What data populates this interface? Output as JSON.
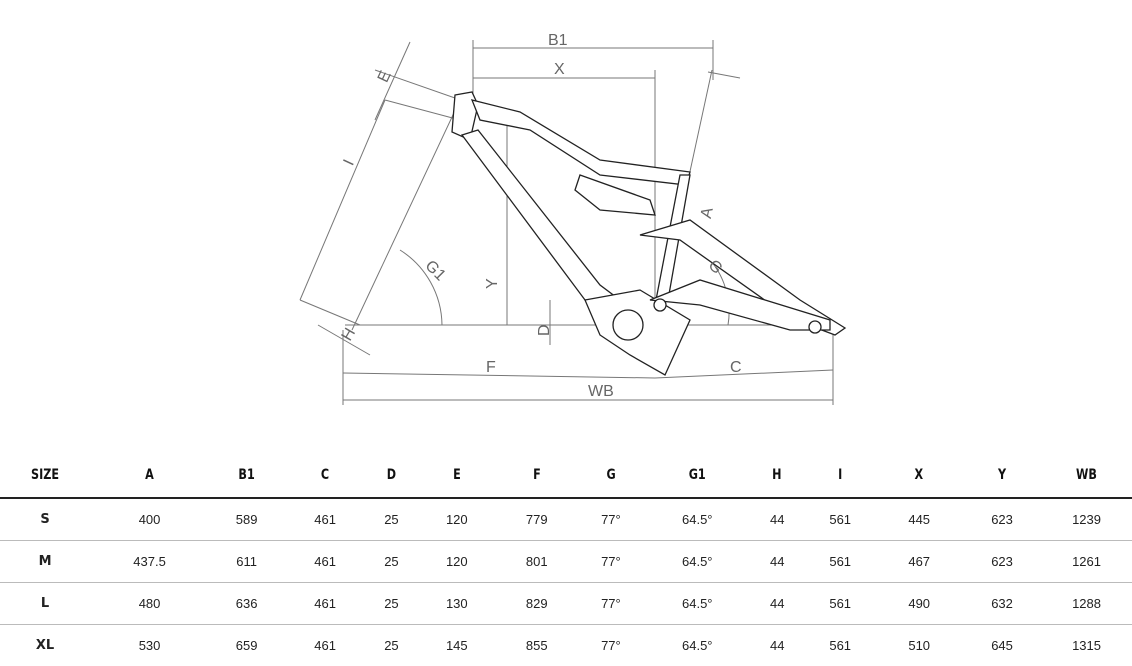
{
  "diagram": {
    "labels": {
      "B1": "B1",
      "X": "X",
      "E": "E",
      "I": "I",
      "G1": "G1",
      "Y": "Y",
      "D": "D",
      "H": "H",
      "F": "F",
      "WB": "WB",
      "C": "C",
      "A": "A",
      "G": "G"
    }
  },
  "table": {
    "headers": [
      "SIZE",
      "A",
      "B1",
      "C",
      "D",
      "E",
      "F",
      "G",
      "G1",
      "H",
      "I",
      "X",
      "Y",
      "WB"
    ],
    "rows": [
      [
        "S",
        "400",
        "589",
        "461",
        "25",
        "120",
        "779",
        "77°",
        "64.5°",
        "44",
        "561",
        "445",
        "623",
        "1239"
      ],
      [
        "M",
        "437.5",
        "611",
        "461",
        "25",
        "120",
        "801",
        "77°",
        "64.5°",
        "44",
        "561",
        "467",
        "623",
        "1261"
      ],
      [
        "L",
        "480",
        "636",
        "461",
        "25",
        "130",
        "829",
        "77°",
        "64.5°",
        "44",
        "561",
        "490",
        "632",
        "1288"
      ],
      [
        "XL",
        "530",
        "659",
        "461",
        "25",
        "145",
        "855",
        "77°",
        "64.5°",
        "44",
        "561",
        "510",
        "645",
        "1315"
      ]
    ]
  }
}
